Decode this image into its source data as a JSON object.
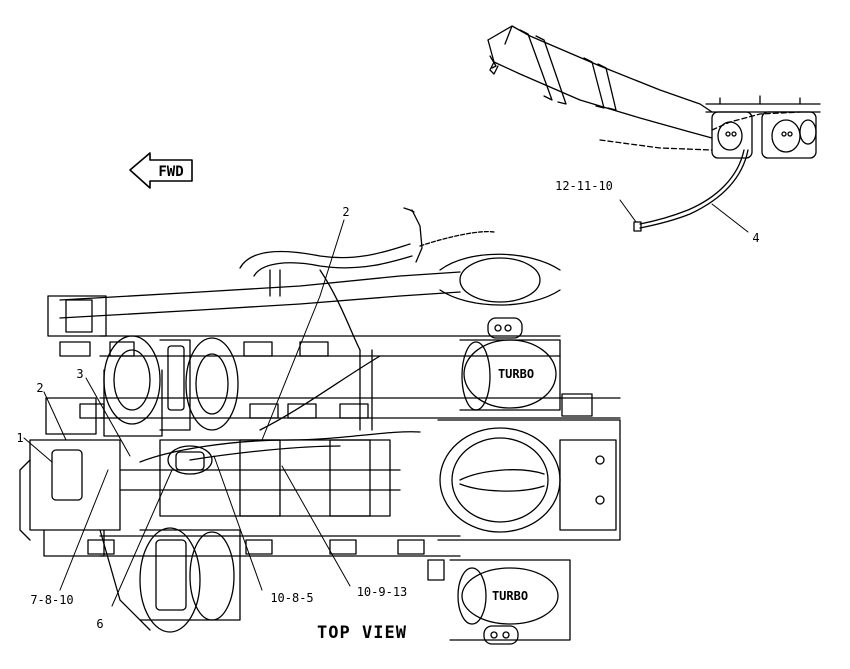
{
  "view_title": "TOP VIEW",
  "fwd_arrow": {
    "label": "FWD",
    "icon": "left-arrow-icon"
  },
  "turbo_labels": [
    "TURBO",
    "TURBO"
  ],
  "callouts": {
    "c1": "1",
    "c2_left": "2",
    "c2_top": "2",
    "c3": "3",
    "c4": "4",
    "c6": "6",
    "c7_8_10": "7-8-10",
    "c10_8_5": "10-8-5",
    "c10_9_13": "10-9-13",
    "c12_11_10": "12-11-10"
  },
  "colors": {
    "line": "#000000",
    "background": "#ffffff"
  }
}
